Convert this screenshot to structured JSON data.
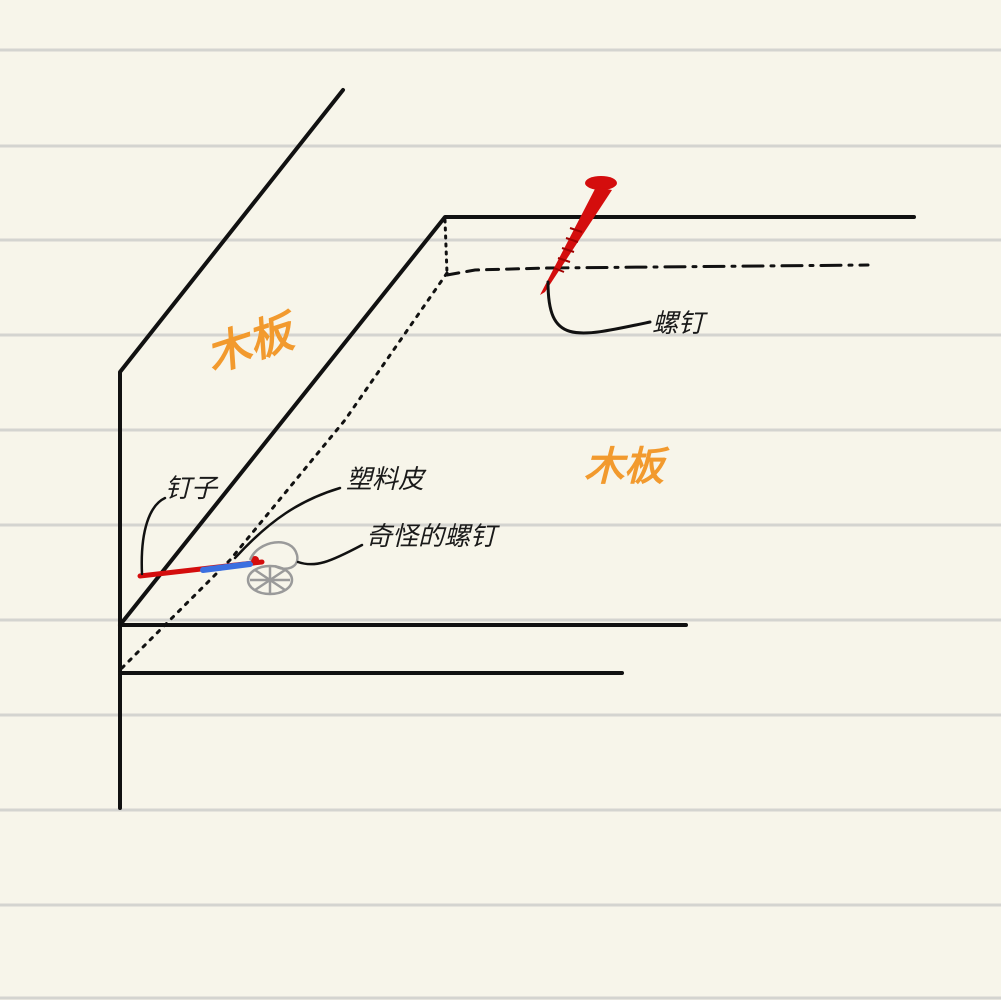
{
  "labels": {
    "board_left": "木板",
    "board_right": "木板",
    "screw": "螺钉",
    "nail": "钉子",
    "plastic_sheet": "塑料皮",
    "weird_screw": "奇怪的螺钉"
  },
  "colors": {
    "paper": "#f7f5ea",
    "rule_line": "#d4d4d0",
    "ink": "#111111",
    "orange": "#f29a2e",
    "red": "#d40d0d",
    "blue": "#3b6fe0",
    "gray": "#9a9a9a"
  }
}
